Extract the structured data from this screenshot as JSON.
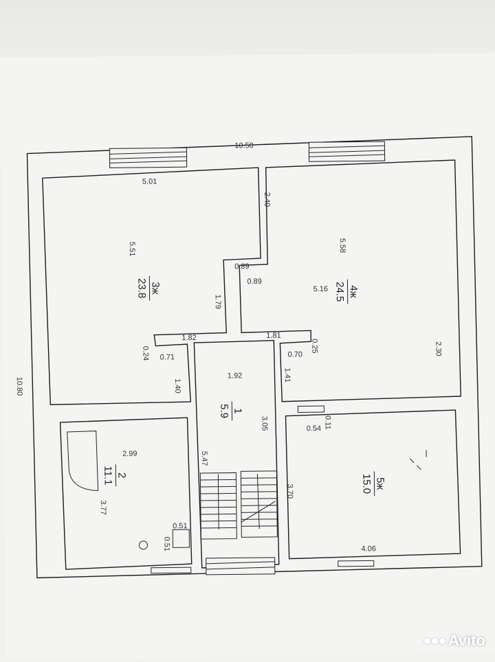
{
  "dimensions": {
    "overall_width": "10.50",
    "overall_height": "10.80",
    "room3_top": "5.01",
    "room3_height": "5.51",
    "room4_diag": "2.40",
    "room4_height": "5.58",
    "room4_inner": "5.16",
    "room4_right": "2.30",
    "notch_a": "0.89",
    "notch_b": "0.89",
    "notch_left": "1.79",
    "corr_left": "1.82",
    "corr_right": "1.81",
    "w024": "0.24",
    "w025": "0.25",
    "w071": "0.71",
    "w070": "0.70",
    "h140": "1.40",
    "h141": "1.41",
    "corr_width": "1.92",
    "bath_width": "2.99",
    "bath_height": "3.77",
    "stair_len": "5.47",
    "corr_small": "3.05",
    "w011": "0.11",
    "w054": "0.54",
    "room5_height": "3.70",
    "room5_width": "4.06",
    "wc_w": "0.51",
    "wc_h": "0.51"
  },
  "rooms": {
    "r1_num": "1",
    "r1_area": "5.9",
    "r2_num": "2",
    "r2_area": "11.1",
    "r3_num": "3ж",
    "r3_area": "23.8",
    "r4_num": "4ж",
    "r4_area": "24.5",
    "r5_num": "5ж",
    "r5_area": "15.0"
  },
  "watermark": {
    "text": "Avito",
    "colors": [
      "#ffffff"
    ]
  }
}
